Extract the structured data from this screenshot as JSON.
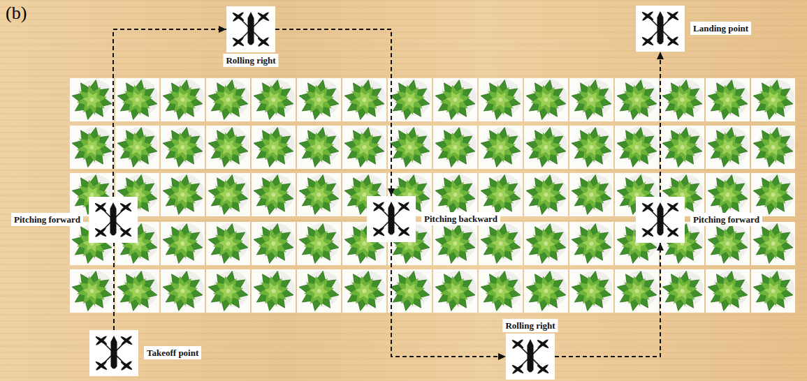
{
  "diagram": {
    "nodes": [
      {
        "text": [
          "Takeoff point"
        ]
      },
      {
        "text": [
          "Pitching forward"
        ]
      },
      {
        "text": [
          "Rolling right"
        ]
      },
      {
        "text": [
          "Pitching backward"
        ]
      },
      {
        "text": [
          "Rolling right"
        ]
      },
      {
        "text": [
          "Pitching forward"
        ]
      },
      {
        "text": [
          "Landing point"
        ]
      }
    ],
    "edges": [
      {
        "from": 0,
        "to": 1,
        "arrow": "none"
      },
      {
        "from": 1,
        "to": 2,
        "arrow": "to"
      },
      {
        "from": 2,
        "to": 3,
        "arrow": "to"
      },
      {
        "from": 3,
        "to": 4,
        "arrow": "to"
      },
      {
        "from": 4,
        "to": 5,
        "arrow": "to"
      },
      {
        "from": 5,
        "to": 6,
        "arrow": "to"
      }
    ],
    "labels": [
      "(b)"
    ]
  }
}
